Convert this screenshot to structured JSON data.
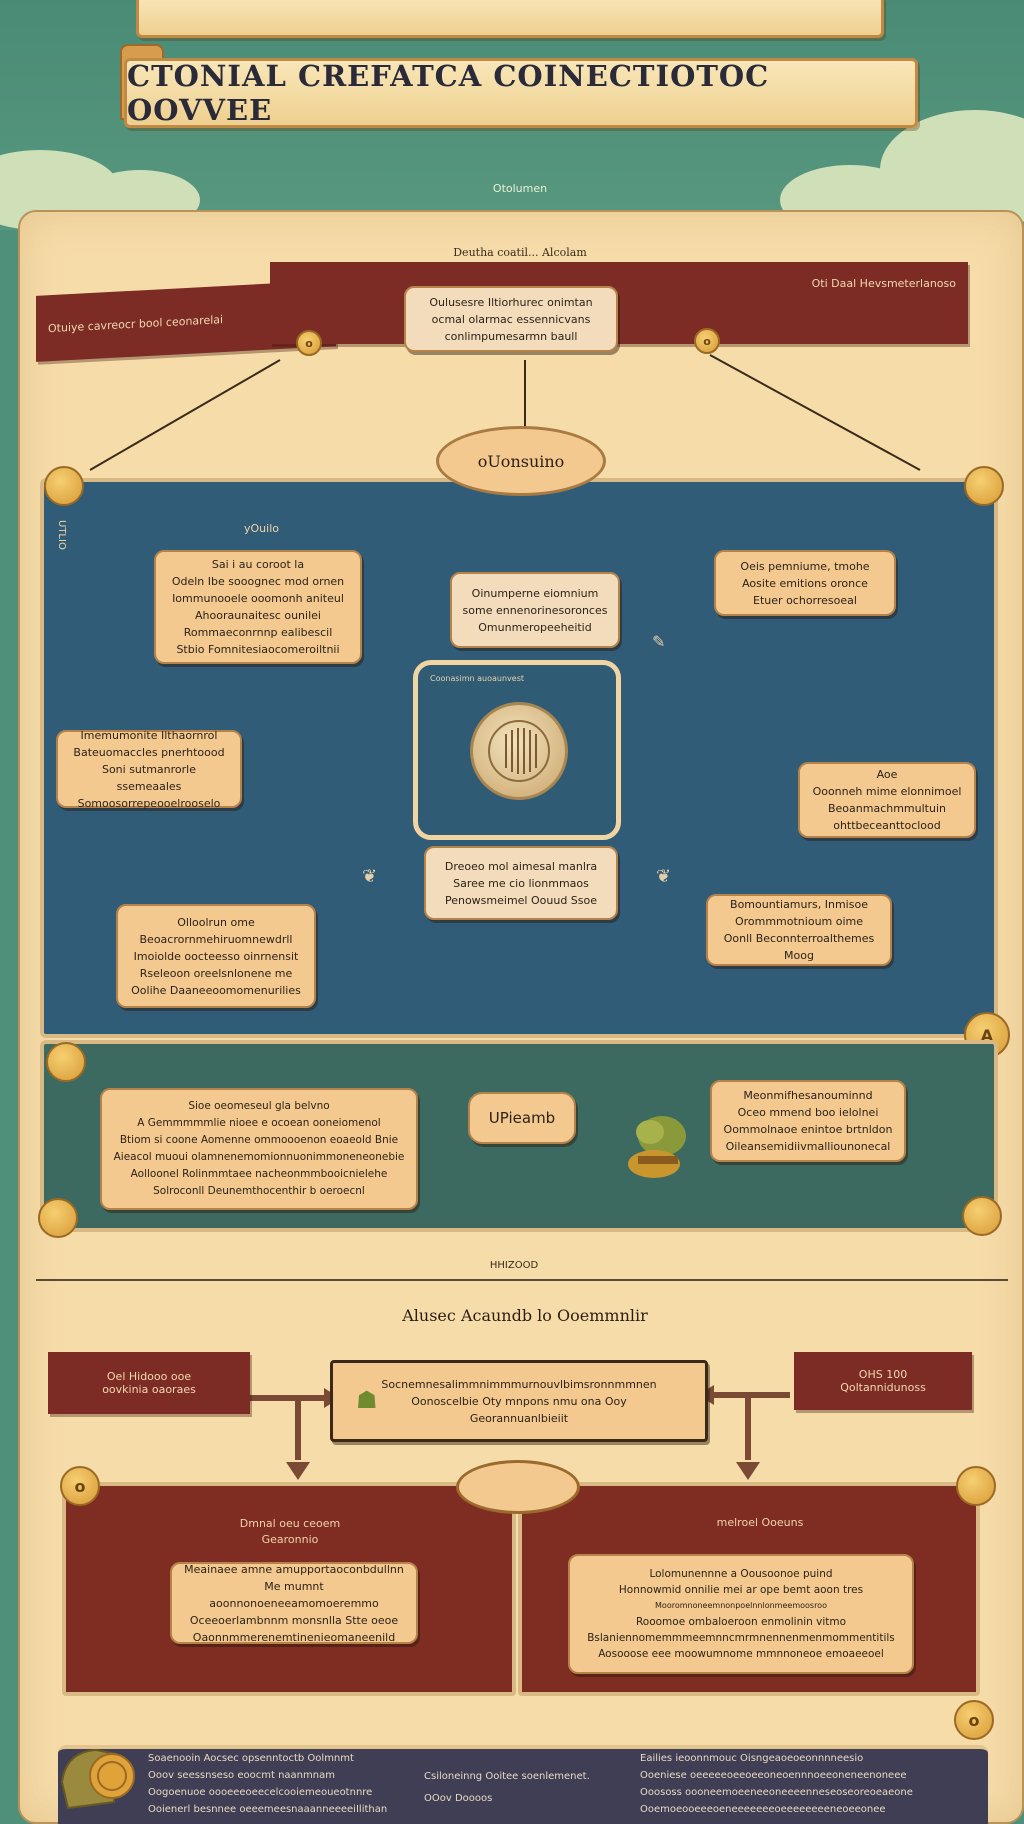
{
  "header": {
    "top_scroll": "",
    "title": "CTONIAL CREFATCA COINECTIOTOC OOVVEE",
    "subtitle": "Otolumen"
  },
  "top_section": {
    "heading": "Deutha coatil... Alcolam",
    "band_left": "Otuiye cavreocr bool ceonarelai",
    "band_right": "Oti Daal Hevsmeterlanoso",
    "band_card": [
      "Oulusesre Iltiorhurec onimtan",
      "ocmal olarmac essennicvans",
      "conlimpumesarmn baull"
    ]
  },
  "blue_panel": {
    "header_badge": "oUonsuino",
    "corner_label": "yOuilo",
    "side_label": "UTLIO",
    "card_top_left": [
      "Sai i au coroot la",
      "Odeln Ibe sooognec mod ornen",
      "Iommunooele ooomonh aniteul",
      "Ahooraunaitesc ounilei",
      "Rommaeconrnnp ealibescil",
      "Stbio Fomnitesiaocomeroiltnii"
    ],
    "card_top_center": [
      "Oinumperne eiomnium",
      "some ennenorinesoronces",
      "Omunmeropeeheitid"
    ],
    "card_top_right": [
      "Oeis pemniume, tmohe",
      "Aosite emitions oronce",
      "Etuer ochorresoeal"
    ],
    "card_left": [
      "Imemumonite Ilthaornrol",
      "Bateuomaccles pnerhtoood",
      "Soni sutmanrorle ssemeaales",
      "Somoosorrepeooelrooselo"
    ],
    "card_right": [
      "Aoe",
      "Ooonneh mime elonnimoel",
      "Beoanmachmmultuin",
      "ohttbeceanttoclood"
    ],
    "center_label": "Coonasimn auoaunvest",
    "card_center_below": [
      "Dreoeo mol aimesal manlra",
      "Saree me cio lionmmaos",
      "Penowsmeimel Oouud Ssoe"
    ],
    "card_bottom_left": [
      "Olloolrun ome",
      "Beoacrornmehiruomnewdrll",
      "Imoiolde oocteesso oinrnensit",
      "Rseleoon oreelsnlonene me",
      "Oolihe Daaneeoomomenurilies"
    ],
    "card_bottom_right": [
      "Bomountiamurs, Inmisoe",
      "Orommmotnioum oime",
      "Oonll Beconnterroalthemes Moog"
    ]
  },
  "green_panel": {
    "card_left": [
      "Sioe oeomeseul gla belvno",
      "A Gemmmmmlie nioee e ocoean ooneiomenol",
      "Btiom si coone Aomenne ommoooenon eoaeold Bnie",
      "Aieacol muoui olamnenemomionnuonimmoneneonebie",
      "Aolloonel Rolinmmtaee nacheonmmbooicnielehe",
      "Solroconll Deunemthocenthir b oeroecnl"
    ],
    "connector": "UPieamb",
    "card_right": [
      "Meonmifhesanouminnd",
      "Oceo mmend boo ielolnei",
      "Oommolnaoe enintoe brtnldon",
      "Oileansemidiivmalliounonecal"
    ]
  },
  "section_divider": "HHIZOOD",
  "lower_section": {
    "heading": "Alusec Acaundb lo Ooemmnlir",
    "band_left": [
      "Oel Hidooo ooe",
      "oovkinia oaoraes"
    ],
    "band_right": [
      "OHS 100",
      "Qoltannidunoss"
    ],
    "center_card": [
      "Socnemnesalimmnimmmurnouvlbimsronnmmnen",
      "Oonoscelbie Oty mnpons nmu ona Ooy",
      "Georannuanlbieiit"
    ]
  },
  "red_panels": {
    "left_title": [
      "Dmnal oeu ceoem",
      "Gearonnio"
    ],
    "left_card": [
      "Meainaee amne amupportaoconbdullnn",
      "Me mumnt aoonnonoeneeamomoeremmo",
      "Oceeoerlambnnm monsnlla Stte oeoe",
      "Oaonnmmerenemtinenieomaneenild"
    ],
    "right_title": "melroel Ooeuns",
    "right_card": [
      "Lolomunennne a Oousoonoe puind",
      "Honnowmid onnilie mei ar ope bemt aoon tres",
      "Mooromnoneemnonpoelnnlonmeemoosroo",
      "Rooomoe ombaloeroon enmolinin vitmo",
      "Bslaniennomemmmeemnncmrmnennenmenmommentitils",
      "Aosooose eee moowumnome mmnnoneoe emoaeeoel"
    ]
  },
  "footer": {
    "col1": [
      "Soaenooin Aocsec opsenntoctb Oolmnmt",
      "Ooov seessnseso eoocmt naanmnam",
      "Oogoenuoe oooeeeoeecelcooiemeoueotnnre",
      "Ooienerl besnnee oeeemeesnaaanneeeeiIlithan"
    ],
    "col2": [
      "Csiloneinng Ooitee soenlemenet.",
      "OOov Doooos"
    ],
    "col3": [
      "Eailies ieoonnmouc Oisngeaoeoeonnnneesio",
      "Ooeniese oeeeeeoeeoeeoneoennnoeeoneneenoneee",
      "Ooososs oooneemoeeneeoneeeenneseoseoreoeaeone",
      "Ooemoeooeeeoeneeeeeeeoeeeeeeeeneoeeonee"
    ]
  },
  "colors": {
    "background_green": "#4f907a",
    "paper": "#f6dca9",
    "maroon": "#7c2c25",
    "blue_panel": "#305c78",
    "green_panel": "#3c6a60",
    "card": "#f4c990",
    "gold": "#d89a35"
  }
}
